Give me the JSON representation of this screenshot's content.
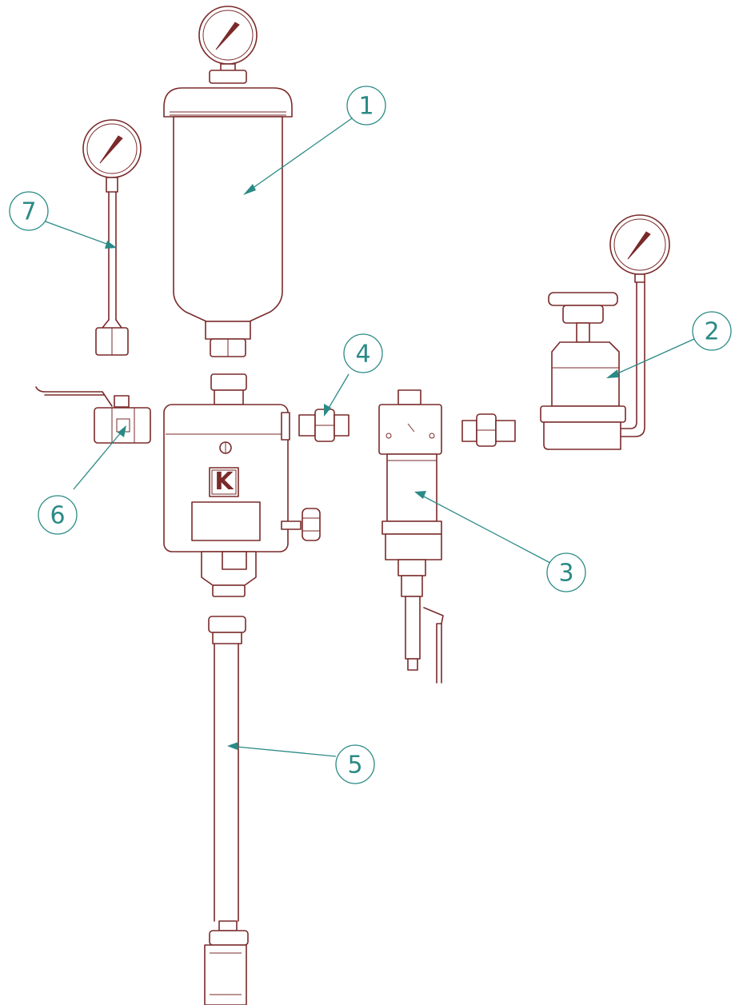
{
  "callouts": [
    {
      "number": "1"
    },
    {
      "number": "2"
    },
    {
      "number": "3"
    },
    {
      "number": "4"
    },
    {
      "number": "5"
    },
    {
      "number": "6"
    },
    {
      "number": "7"
    }
  ],
  "colors": {
    "line": "#7a2a2a",
    "callout": "#2a8a86",
    "background": "#ffffff"
  },
  "logo": {
    "letter": "K"
  }
}
